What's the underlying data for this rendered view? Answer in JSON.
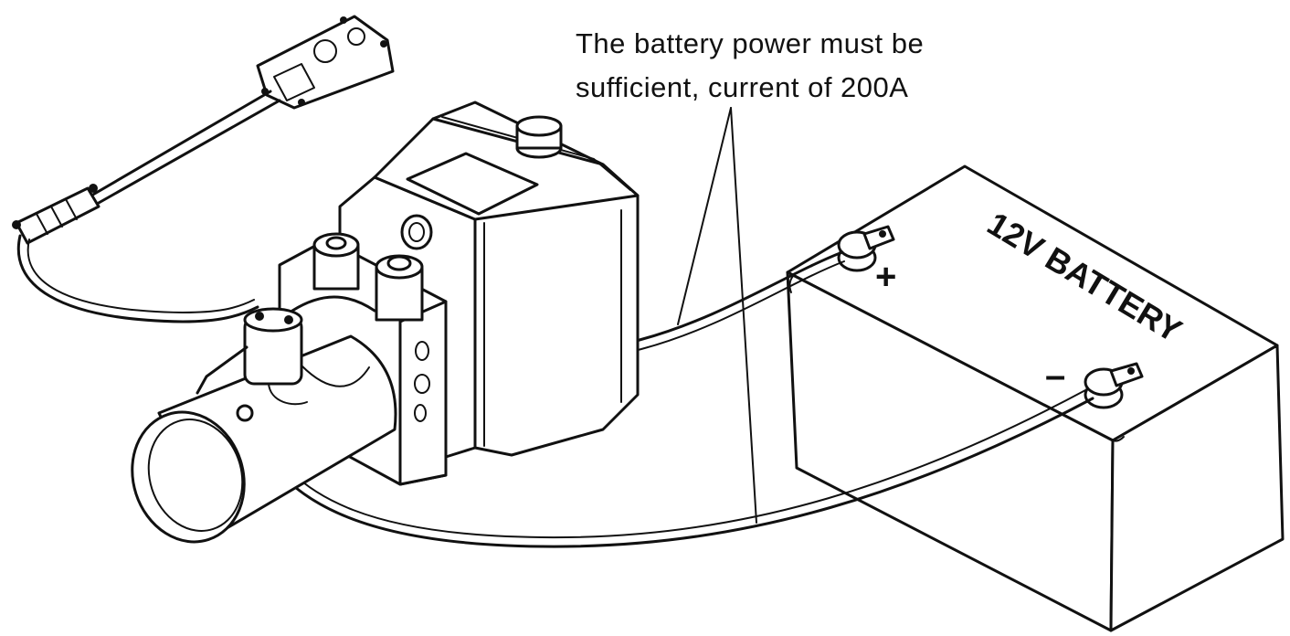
{
  "annotation": {
    "line1": "The battery power must be",
    "line2": "sufficient, current of 200A"
  },
  "battery": {
    "label": "12V BATTERY",
    "positive_symbol": "+",
    "negative_symbol": "–"
  },
  "colors": {
    "ink": "#111111",
    "paper": "#ffffff"
  }
}
